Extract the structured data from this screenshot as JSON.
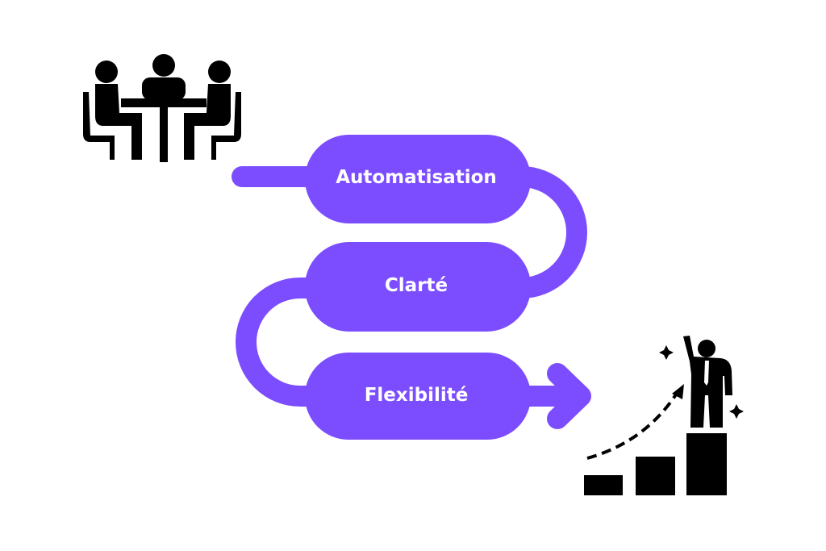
{
  "colors": {
    "accent": "#7c4dff",
    "icon": "#000000",
    "label_text": "#ffffff",
    "background": "#ffffff"
  },
  "icons": {
    "meeting": "meeting-table-icon",
    "growth": "growth-success-icon"
  },
  "steps": [
    {
      "label": "Automatisation"
    },
    {
      "label": "Clarté"
    },
    {
      "label": "Flexibilité"
    }
  ]
}
